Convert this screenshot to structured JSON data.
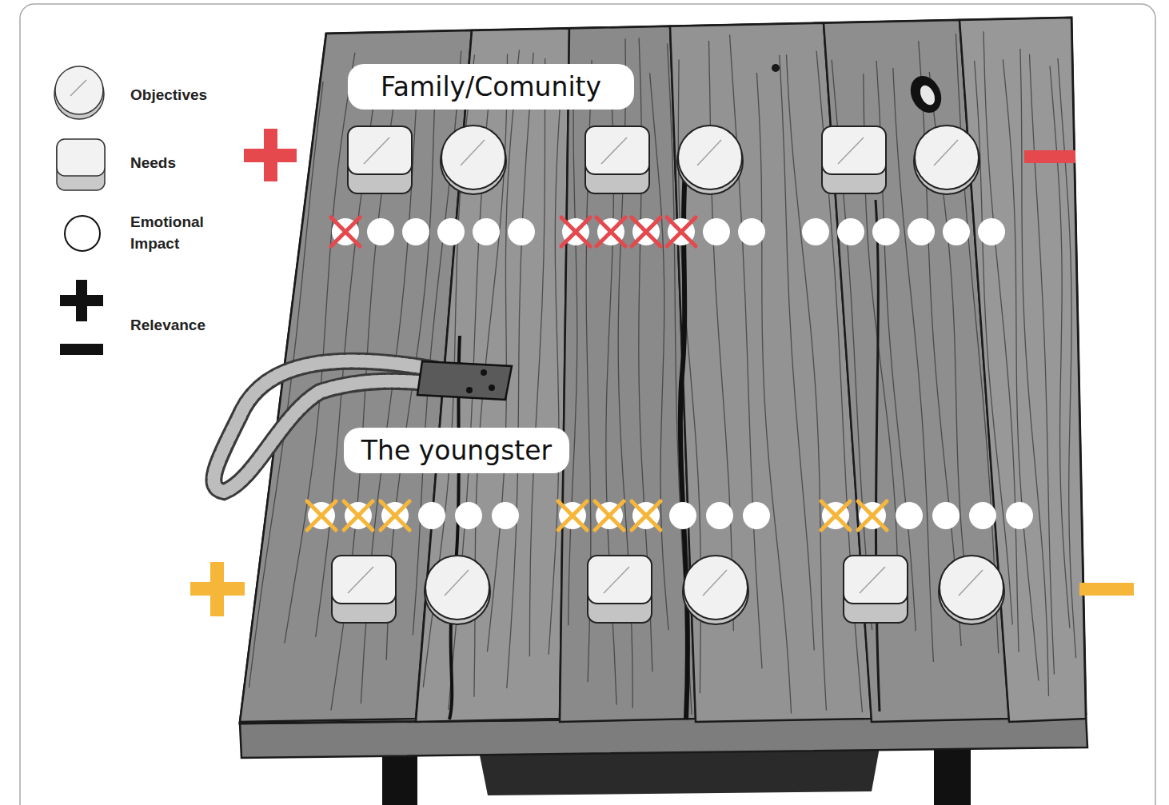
{
  "diagram": {
    "nodes": [
      {
        "text": [
          "Family/Comunity"
        ]
      },
      {
        "text": [
          "The youngster"
        ]
      }
    ],
    "legend": [
      {
        "text": "Objectives"
      },
      {
        "text": "Needs"
      },
      {
        "text": "Emotional Impact"
      },
      {
        "text": "Relevance"
      }
    ]
  }
}
